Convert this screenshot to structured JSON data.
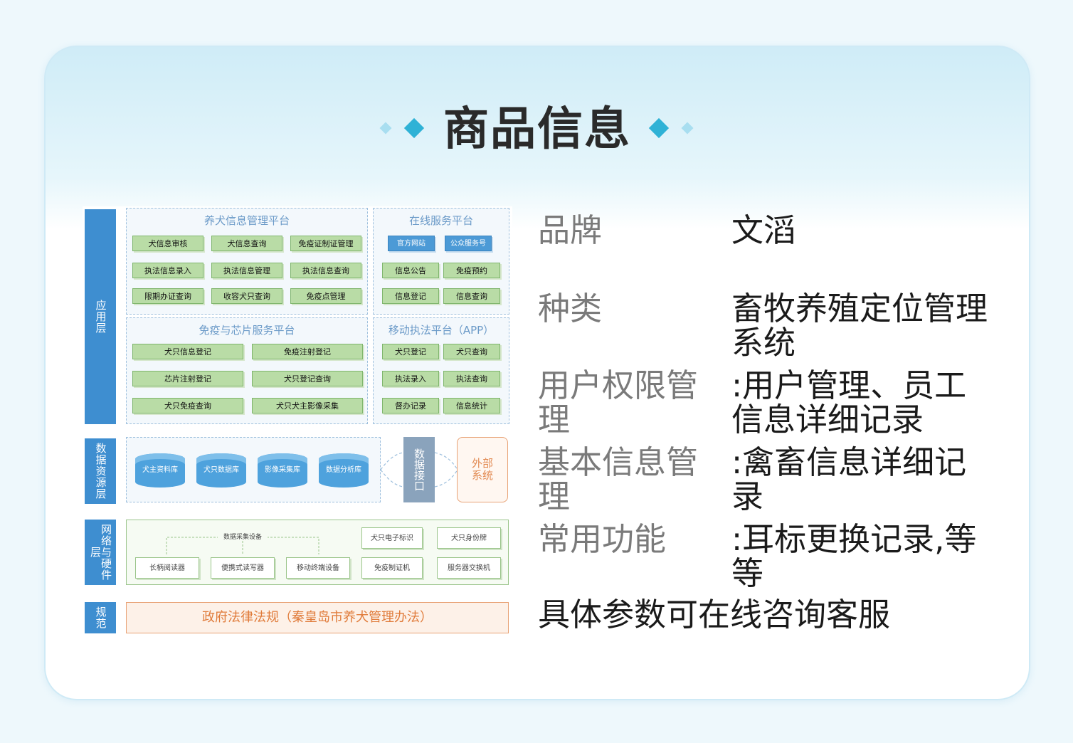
{
  "header": {
    "title": "商品信息"
  },
  "diagram": {
    "layers": {
      "app": "应用层",
      "data": "数据资源层",
      "network": "网络与硬件层",
      "norms": "规范"
    },
    "app_panels": {
      "breeding": {
        "title": "养犬信息管理平台",
        "items": [
          "犬信息审核",
          "犬信息查询",
          "免疫证制证管理",
          "执法信息录入",
          "执法信息管理",
          "执法信息查询",
          "限期办证查询",
          "收容犬只查询",
          "免疫点管理"
        ]
      },
      "online": {
        "title": "在线服务平台",
        "top_items": [
          "官方网站",
          "公众服务号"
        ],
        "items": [
          "信息公告",
          "免疫预约",
          "信息登记",
          "信息查询"
        ]
      },
      "chip": {
        "title": "免疫与芯片服务平台",
        "items": [
          "犬只信息登记",
          "免疫注射登记",
          "芯片注射登记",
          "犬只登记查询",
          "犬只免疫查询",
          "犬只犬主影像采集"
        ]
      },
      "mobile": {
        "title": "移动执法平台（APP）",
        "items": [
          "犬只登记",
          "犬只查询",
          "执法录入",
          "执法查询",
          "督办记录",
          "信息统计"
        ]
      }
    },
    "databases": [
      "犬主资料库",
      "犬只数据库",
      "影像采集库",
      "数据分析库"
    ],
    "data_interface": "数据接口",
    "external_system": "外部系统",
    "hardware": {
      "group_label": "数据采集设备",
      "items": [
        "长柄阅读器",
        "便携式读写器",
        "移动终端设备",
        "免疫制证机",
        "服务器交换机"
      ],
      "top_items": [
        "犬只电子标识",
        "犬只身份牌"
      ]
    },
    "law": "政府法律法规（秦皇岛市养犬管理办法）"
  },
  "specs": [
    {
      "label": "品牌",
      "value": "文滔"
    },
    {
      "label": "种类",
      "value": "畜牧养殖定位管理系统"
    },
    {
      "label": "用户权限管理",
      "value": ":用户管理、员工信息详细记录"
    },
    {
      "label": "基本信息管理",
      "value": ":禽畜信息详细记录"
    },
    {
      "label": "常用功能",
      "value": ":耳标更换记录,等等"
    }
  ],
  "note": "具体参数可在线咨询客服",
  "colors": {
    "accent": "#2fb2d6",
    "side_bar": "#3e8ed0",
    "green_box": "#b9dca6",
    "law_orange": "#e07b3a"
  }
}
